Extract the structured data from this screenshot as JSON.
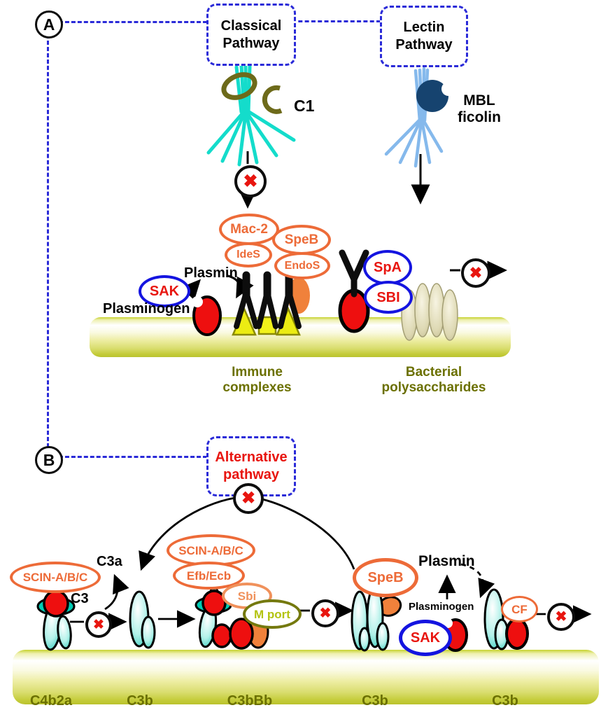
{
  "panel_a": {
    "label": "A",
    "classical_box": "Classical\nPathway",
    "lectin_box": "Lectin\nPathway",
    "c1_label": "C1",
    "mbl_label": "MBL\nficolin",
    "inhibitors": {
      "mac2": "Mac-2",
      "speb": "SpeB",
      "ides": "IdeS",
      "endos": "EndoS"
    },
    "sak": "SAK",
    "plasmin": "Plasmin",
    "plasminogen": "Plasminogen",
    "spa": "SpA",
    "sbi": "SBI",
    "immune_complexes": "Immune\ncomplexes",
    "bacterial_polysaccharides": "Bacterial\npolysaccharides"
  },
  "panel_b": {
    "label": "B",
    "alternative_box": "Alternative\npathway",
    "scin_left": "SCIN-A/B/C",
    "c3": "C3",
    "c3a": "C3a",
    "scin_mid": "SCIN-A/B/C",
    "efb_ecb": "Efb/Ecb",
    "sbi": "Sbi",
    "m_port": "M port",
    "speb": "SpeB",
    "plasmin": "Plasmin",
    "plasminogen": "Plasminogen",
    "sak": "SAK",
    "cf": "CF",
    "membrane_labels": [
      "C4b2a",
      "C3b",
      "C3bBb",
      "C3b",
      "C3b"
    ]
  },
  "icons": {
    "blocked_glyph": "✖"
  },
  "colors": {
    "orange": "#ed6b38",
    "orange_fill": "#f0813b",
    "light_orange": "#f0915b",
    "blue_ring": "#1414e0",
    "red": "#ee0f0f",
    "dashed_blue": "#2b2bd8",
    "olive_text": "#6b7000",
    "membrane_yellow": "#c3cb37",
    "cyan": "#1fc4b4",
    "dark_teal": "#00cbb4",
    "navy": "#16436f",
    "light_blue": "#85b9ec",
    "c1_olive": "#6d6a1a",
    "antigen_yellow": "#ecec13",
    "polysaccharide_beige": "#ddd8b2",
    "m_port_olive": "#74790e"
  }
}
